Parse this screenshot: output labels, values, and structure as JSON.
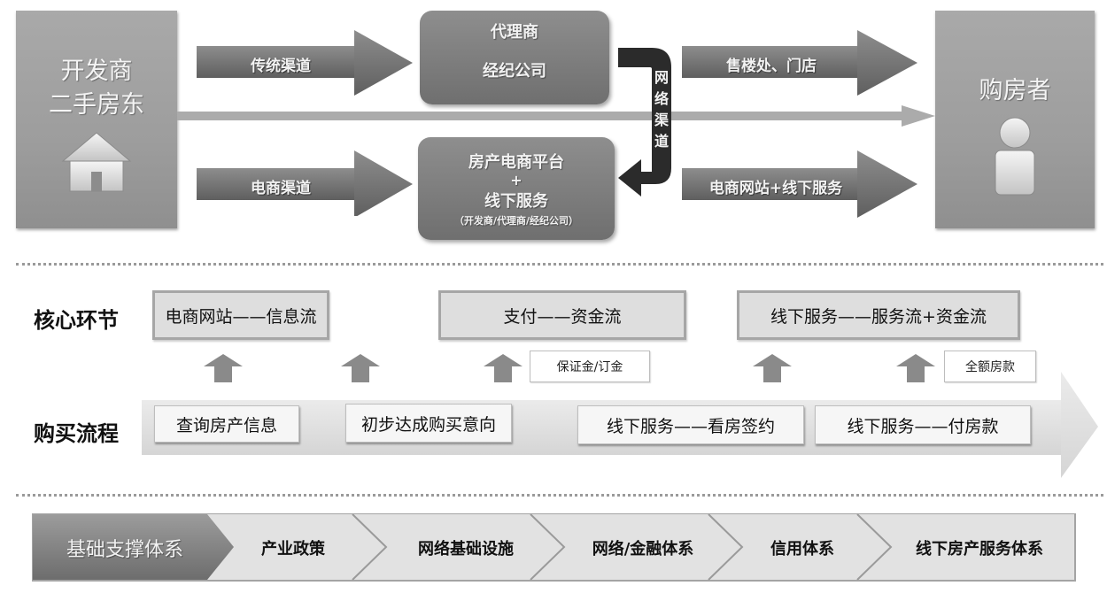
{
  "channels": {
    "seller": {
      "line1": "开发商",
      "line2": "二手房东",
      "icon": "house-icon"
    },
    "buyer": {
      "label": "购房者",
      "icon": "person-icon"
    },
    "traditional_channel": "传统渠道",
    "ecommerce_channel": "电商渠道",
    "agent_box": {
      "line1": "代理商",
      "line2": "经纪公司"
    },
    "platform_box": {
      "line1": "房产电商平台",
      "line2": "+",
      "line3": "线下服务",
      "line4": "（开发商/代理商/经纪公司）"
    },
    "network_channel": [
      "网",
      "络",
      "渠",
      "道"
    ],
    "sales_office": "售楼处、门店",
    "ecommerce_offline": "电商网站+线下服务"
  },
  "core": {
    "title": "核心环节",
    "boxes": [
      "电商网站——信息流",
      "支付——资金流",
      "线下服务——服务流+资金流"
    ],
    "notes": [
      "保证金/订金",
      "全额房款"
    ]
  },
  "purchase": {
    "title": "购买流程",
    "steps": [
      "查询房产信息",
      "初步达成购买意向",
      "线下服务——看房签约",
      "线下服务——付房款"
    ]
  },
  "support": {
    "title": "基础支撑体系",
    "items": [
      "产业政策",
      "网络基础设施",
      "网络/金融体系",
      "信用体系",
      "线下房产服务体系"
    ]
  },
  "colors": {
    "actor_gray": "#a3a3a3",
    "arrow_dark": "#6e6e6e",
    "network_arrow": "#2a2a2a",
    "core_fill": "#dedede",
    "up_arrow": "#8a8a8a"
  }
}
